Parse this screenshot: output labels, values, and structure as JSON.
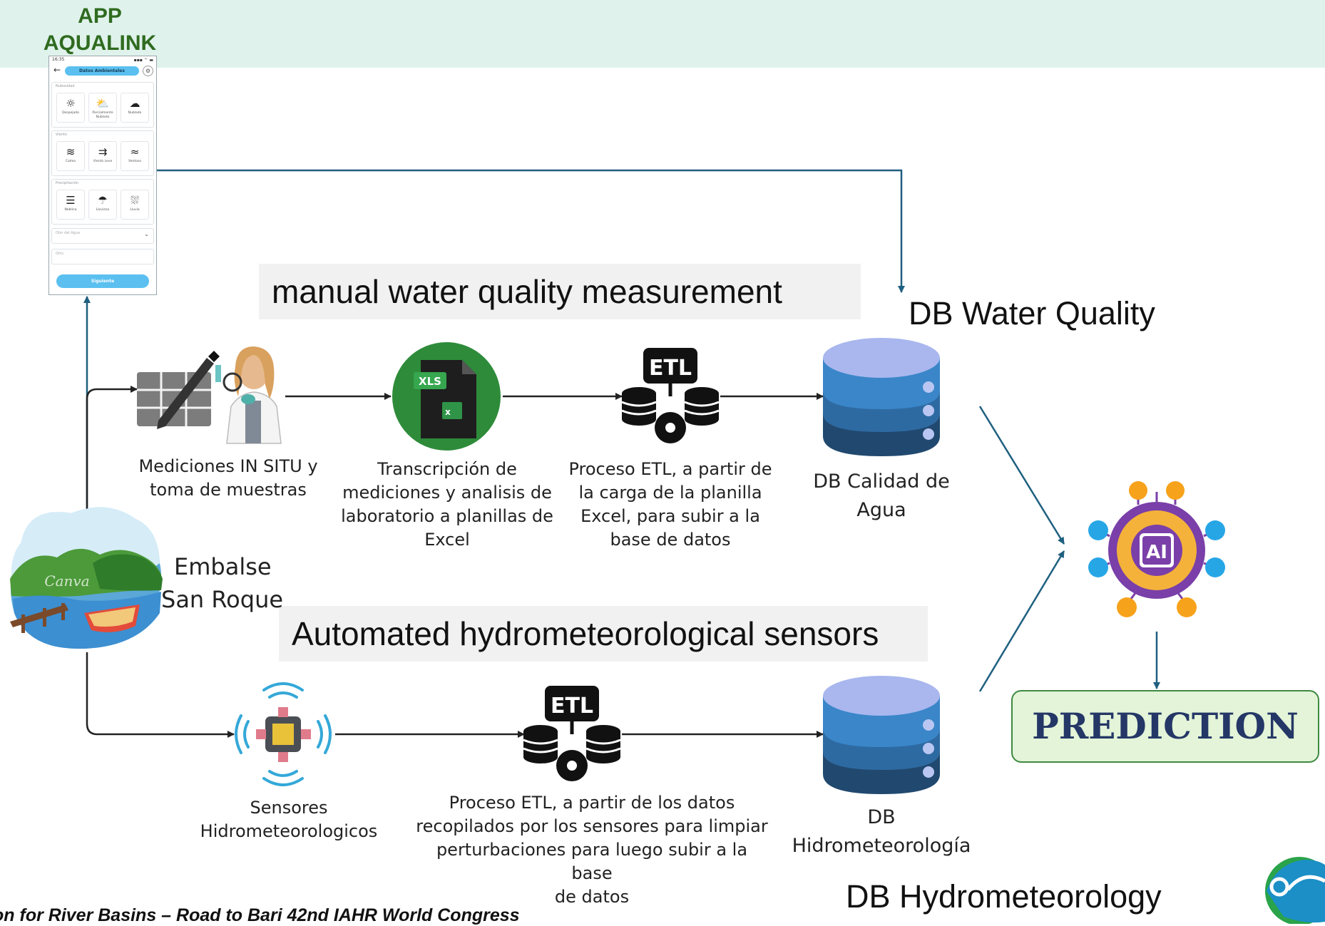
{
  "app": {
    "title_line1": "APP",
    "title_line2": "AQUALINK"
  },
  "phone": {
    "status_time": "16:35",
    "status_icons": "▪▪▪ ⌔ ▬",
    "header_pill": "Datos Ambientales",
    "sections": [
      {
        "label": "Nubosidad",
        "tiles": [
          {
            "icon": "sun-icon",
            "glyph": "☼",
            "label": "Despejado"
          },
          {
            "icon": "partly-cloudy-icon",
            "glyph": "⛅",
            "label": "Parcialmente Nublado"
          },
          {
            "icon": "cloud-icon",
            "glyph": "☁",
            "label": "Nublado"
          }
        ]
      },
      {
        "label": "Viento",
        "tiles": [
          {
            "icon": "no-wind-icon",
            "glyph": "≋",
            "label": "Calmo"
          },
          {
            "icon": "light-wind-icon",
            "glyph": "⇉",
            "label": "Viento Leve"
          },
          {
            "icon": "windy-icon",
            "glyph": "≈",
            "label": "Ventoso"
          }
        ]
      },
      {
        "label": "Precipitación",
        "tiles": [
          {
            "icon": "fog-icon",
            "glyph": "☰",
            "label": "Neblina"
          },
          {
            "icon": "drizzle-icon",
            "glyph": "☂",
            "label": "Llovizna"
          },
          {
            "icon": "rain-icon",
            "glyph": "⛆",
            "label": "Lluvia"
          }
        ]
      }
    ],
    "select_placeholder": "Olor del Agua",
    "other_placeholder": "Otro",
    "next_button": "Siguiente"
  },
  "banners": {
    "manual": "manual water quality measurement",
    "automated": "Automated hydrometeorological sensors"
  },
  "labels": {
    "db_water_quality": "DB Water Quality",
    "db_hydrometeorology": "DB Hydrometeorology",
    "lake_line1": "Embalse",
    "lake_line2": "San Roque",
    "lake_watermark": "Canva",
    "prediction": "PREDICTION",
    "ai": "AI",
    "xls": "XLS",
    "etl": "ETL"
  },
  "captions": {
    "insitu": [
      "Mediciones IN SITU y",
      "toma de muestras"
    ],
    "transcription": [
      "Transcripción de",
      "mediciones y analisis de",
      "laboratorio a planillas de",
      "Excel"
    ],
    "etl_manual": [
      "Proceso ETL, a partir de",
      "la carga de la planilla",
      "Excel, para subir a la",
      "base de datos"
    ],
    "db_calidad": [
      "DB Calidad de",
      "Agua"
    ],
    "sensors": [
      "Sensores",
      "Hidrometeorologicos"
    ],
    "etl_auto": [
      "Proceso ETL, a partir de los datos",
      "recopilados por los sensores para limpiar",
      "perturbaciones  para luego subir a la base",
      "de datos"
    ],
    "db_hidro": [
      "DB",
      "Hidrometeorología"
    ]
  },
  "footer": "on for River Basins – Road to Bari  42nd IAHR World Congress",
  "colors": {
    "arrow": "#1f5f80",
    "band": "#e0f2ec",
    "db_top": "#a9b7ee",
    "db_mid": "#3a86c9",
    "db_bottom": "#21496f",
    "prediction_bg": "#e3f4d8"
  }
}
